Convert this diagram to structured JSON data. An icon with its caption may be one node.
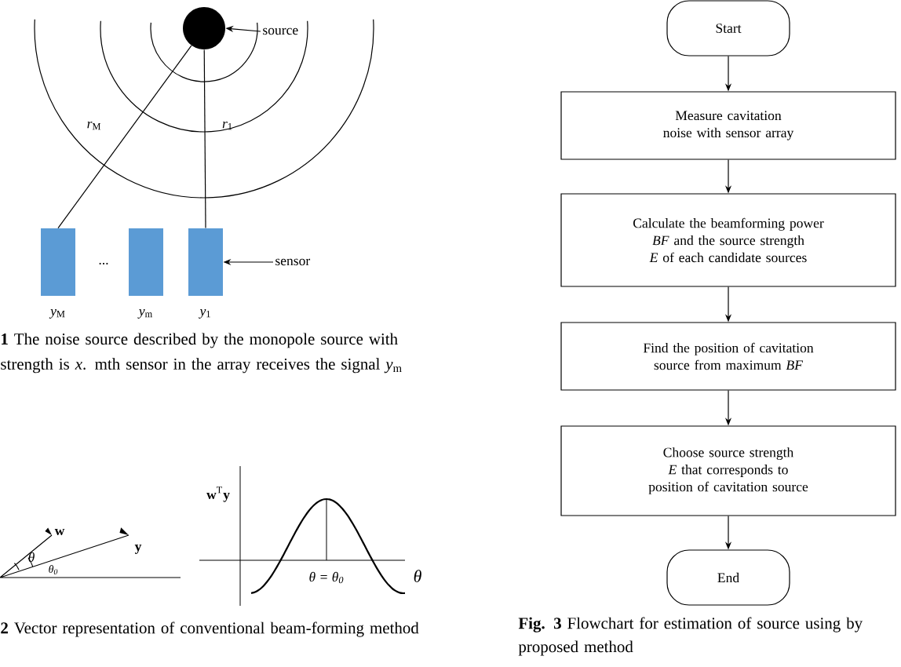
{
  "diagram": {
    "nodes": [
      {
        "text": [],
        "shape": "circle"
      },
      {
        "text": [
          "source"
        ]
      },
      {
        "text": [],
        "shape": "box",
        "beside": [
          "*y*$_{M}$"
        ]
      },
      {
        "text": [],
        "shape": "box",
        "beside": [
          "*y*$_{m}$"
        ]
      },
      {
        "text": [],
        "shape": "box",
        "beside": [
          "*y*$_{1}$"
        ]
      },
      {
        "text": [
          "sensor"
        ]
      },
      {
        "text": [
          "Start"
        ]
      },
      {
        "text": [
          "Measure cavitation noise with sensor array"
        ]
      },
      {
        "text": [
          "Calculate the beamforming power *BF* and the source strength *E* of each candidate sources"
        ]
      },
      {
        "text": [
          "Find the position of cavitation source from maximum *BF*"
        ]
      },
      {
        "text": [
          "Choose source strength *E* that corresponds to position of cavitation source"
        ]
      },
      {
        "text": [
          "End"
        ]
      }
    ],
    "edges": [
      {
        "from": 1,
        "to": 0,
        "arrow": "to"
      },
      {
        "from": 5,
        "to": 4,
        "arrow": "to"
      },
      {
        "from": 0,
        "to": 2,
        "arrow": "none"
      },
      {
        "from": 0,
        "to": 4,
        "arrow": "none"
      },
      {
        "from": 6,
        "to": 7,
        "arrow": "to"
      },
      {
        "from": 7,
        "to": 8,
        "arrow": "to"
      },
      {
        "from": 8,
        "to": 9,
        "arrow": "to"
      },
      {
        "from": 9,
        "to": 10,
        "arrow": "to"
      },
      {
        "from": 10,
        "to": 11,
        "arrow": "to"
      }
    ],
    "labels": [
      "*r*$_{M}$",
      "*r*$_{1}$",
      "...",
      "**1** The noise source described by the monopole source with strength is *x*. mth sensor in the array receives the signal *y*$_{m}$",
      "w",
      "y",
      "θ",
      "θ$_{0}$",
      "**w**$^{T}$**y**",
      "θ = θ$_{0}$",
      "θ",
      "**2** Vector representation of conventional beam-forming method",
      "**Fig. 3** Flowchart for estimation of source using by proposed method"
    ]
  }
}
